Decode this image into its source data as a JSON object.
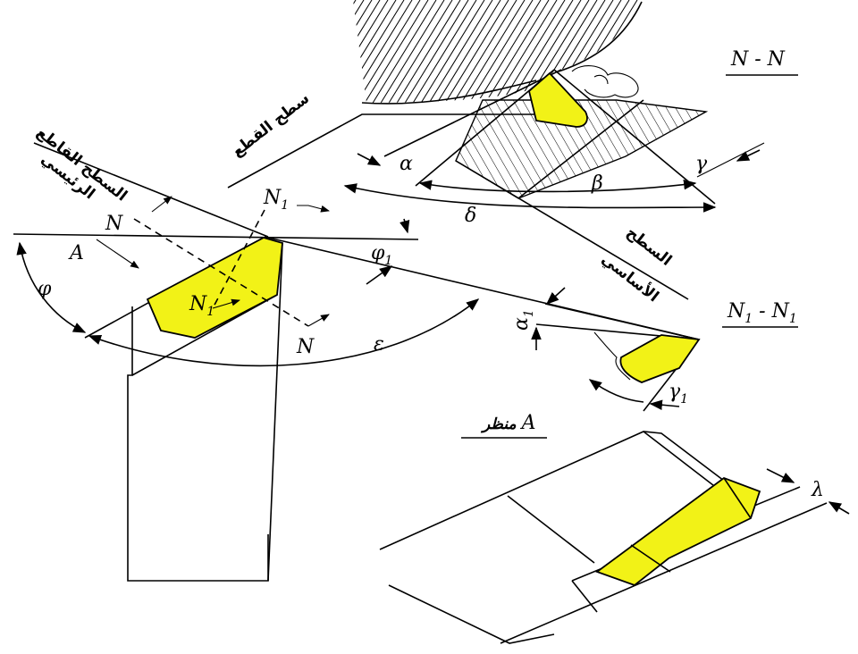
{
  "colors": {
    "tool": "#f2f217",
    "line": "#000000",
    "background": "#ffffff"
  },
  "sections": {
    "nn": {
      "left": "N",
      "sep": " - ",
      "right": "N"
    },
    "n1n1": {
      "left": "N",
      "left_sub": "1",
      "sep": " - ",
      "right": "N",
      "right_sub": "1"
    },
    "view_a": {
      "arabic": "منظر",
      "letter": "A"
    }
  },
  "arabic_labels": {
    "cutting_surface": "سطح القطع",
    "main_cutting_edge_line1": "السطح القاطع",
    "main_cutting_edge_line2": "الرئيسي",
    "base_surface_line1": "السطح",
    "base_surface_line2": "الأساسي"
  },
  "symbols": {
    "alpha": "α",
    "beta": "β",
    "gamma": "γ",
    "delta": "δ",
    "phi": "φ",
    "phi1": "φ",
    "phi1_sub": "1",
    "epsilon": "ε",
    "alpha1": "α",
    "alpha1_sub": "1",
    "gamma1": "γ",
    "gamma1_sub": "1",
    "lambda": "λ",
    "A": "A",
    "N": "N",
    "N1": "N",
    "N1_sub": "1"
  }
}
